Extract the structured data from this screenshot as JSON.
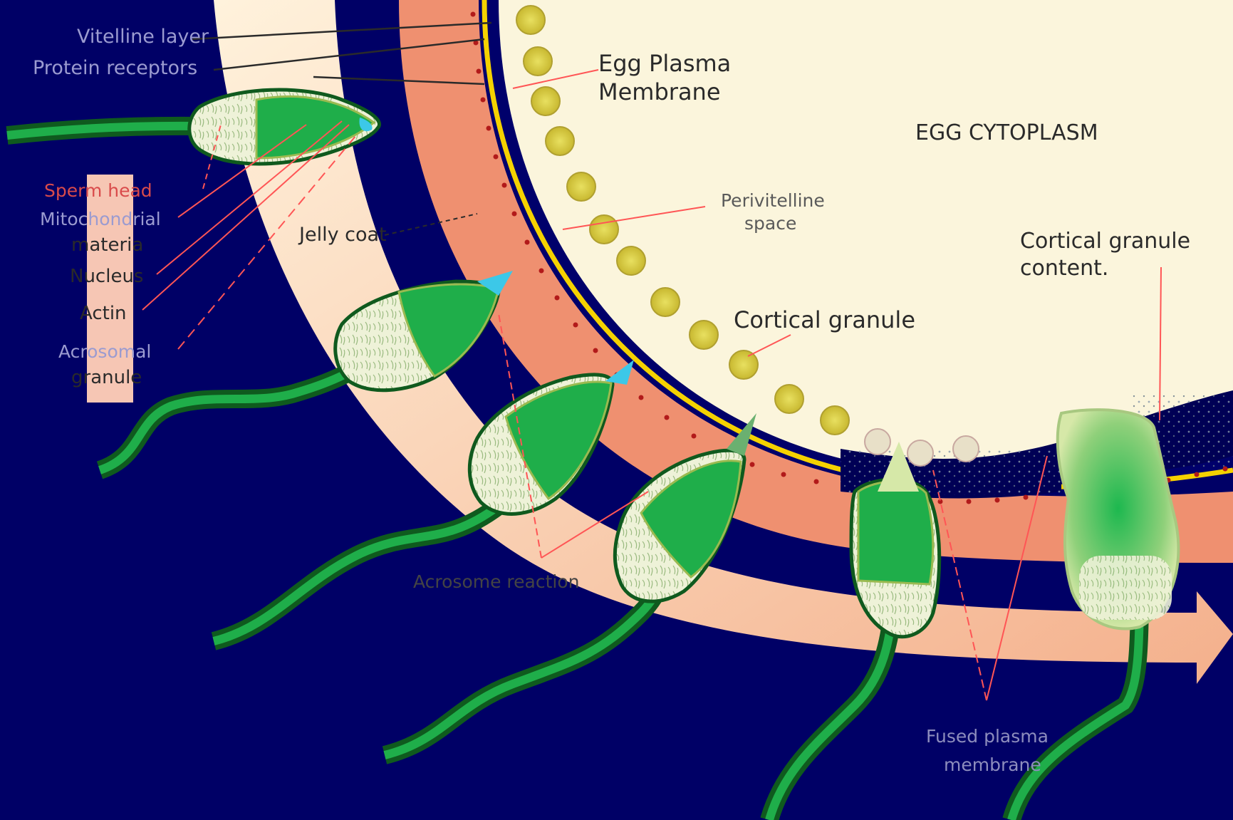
{
  "labels": {
    "vitelline_layer": "Vitelline layer",
    "protein_receptors": "Protein receptors",
    "egg_plasma_membrane_line1": "Egg Plasma",
    "egg_plasma_membrane_line2": "Membrane",
    "egg_cytoplasm": "EGG CYTOPLASM",
    "perivitelline_line1": "Perivitelline",
    "perivitelline_line2": "space",
    "cortical_granule_content_line1": "Cortical granule",
    "cortical_granule_content_line2": "content.",
    "cortical_granule": "Cortical granule",
    "sperm_head": "Sperm head",
    "mitochondrial_line1": "Mitochondrial",
    "mitochondrial_line2": "materia",
    "nucleus": "Nucleus",
    "actin": "Actin",
    "acrosomal_line1": "Acrosomal",
    "acrosomal_line2": "granule",
    "jelly_coat": "Jelly coat",
    "acrosome_reaction": "Acrosome reaction",
    "fused_line1": "Fused plasma",
    "fused_line2": "membrane"
  },
  "colors": {
    "background": "#000066",
    "cytoplasm": "#fbf5dc",
    "jelly_coat": "#ef9070",
    "plasma_membrane": "#f5d200",
    "perivitelline": "#00006b",
    "sperm_green": "#1fae4a",
    "sperm_dark": "#0f5a1e",
    "arrow": "#f4c0a0",
    "pointer_red": "#ff5555"
  }
}
